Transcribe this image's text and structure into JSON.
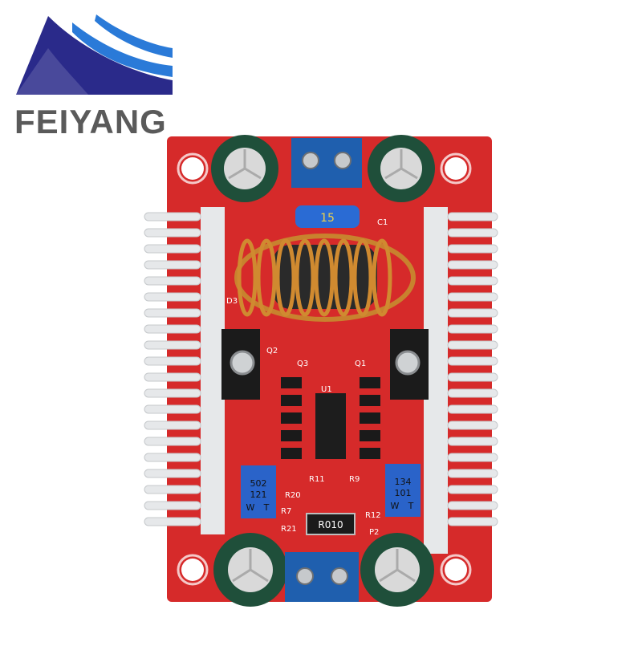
{
  "brand": {
    "name": "FEIYANG",
    "logo": "blue-swoosh-logo",
    "colors": {
      "logo_dark": "#2a2a8a",
      "logo_light": "#2a7ad8",
      "text": "#5a5a5a"
    }
  },
  "product": {
    "board_color": "#d62a2a",
    "heatsink_color": "#e6e8ea",
    "labels": {
      "fuse": "15",
      "shunt": "R010",
      "pot_left_line1": "502",
      "pot_left_line2": "121",
      "pot_left_line3": "W",
      "pot_left_line4": "T",
      "pot_right_line1": "134",
      "pot_right_line2": "101",
      "pot_right_line3": "W",
      "pot_right_line4": "T",
      "ref_r7": "R7",
      "ref_r21": "R21",
      "ref_r20": "R20",
      "ref_r11": "R11",
      "ref_r9": "R9",
      "ref_r12": "R12",
      "ref_p2": "P2",
      "ref_q2": "Q2",
      "ref_q3": "Q3",
      "ref_q1": "Q1",
      "ref_c1": "C1",
      "ref_d3": "D3",
      "ref_u1": "U1"
    }
  }
}
